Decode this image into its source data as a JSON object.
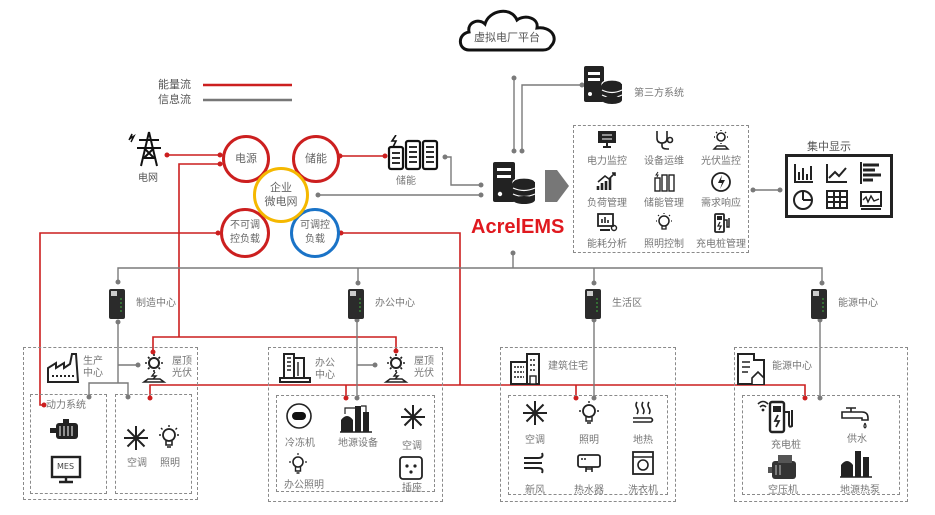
{
  "legend": {
    "energy_flow": "能量流",
    "info_flow": "信息流",
    "energy_color": "#cc1f1f",
    "info_color": "#777777"
  },
  "cloud": {
    "label": "虚拟电厂平台"
  },
  "third_party": {
    "label": "第三方系统"
  },
  "grid": {
    "label": "电网"
  },
  "microgrid": {
    "center": "企业微电网",
    "center_lines": [
      "企业",
      "微电网"
    ],
    "power_source": "电源",
    "storage": "储能",
    "non_adjustable_lines": [
      "不可调",
      "控负载"
    ],
    "adjustable_lines": [
      "可调控",
      "负载"
    ]
  },
  "battery": {
    "label": "储能"
  },
  "ems": {
    "label": "AcrelEMS"
  },
  "functions": [
    {
      "label": "电力监控",
      "icon": "monitor-icon"
    },
    {
      "label": "设备运维",
      "icon": "stethoscope-icon"
    },
    {
      "label": "光伏监控",
      "icon": "solar-icon"
    },
    {
      "label": "负荷管理",
      "icon": "growth-chart-icon"
    },
    {
      "label": "储能管理",
      "icon": "battery-icon"
    },
    {
      "label": "需求响应",
      "icon": "lightning-circle-icon"
    },
    {
      "label": "能耗分析",
      "icon": "analysis-icon"
    },
    {
      "label": "照明控制",
      "icon": "bulb-icon"
    },
    {
      "label": "充电桩管理",
      "icon": "charger-icon"
    }
  ],
  "display": {
    "title": "集中显示",
    "icons": [
      "bar-chart-icon",
      "line-chart-icon",
      "hbar-chart-icon",
      "pie-chart-icon",
      "table-icon",
      "waveform-icon"
    ]
  },
  "gateways": [
    {
      "label": "制造中心"
    },
    {
      "label": "办公中心"
    },
    {
      "label": "生活区"
    },
    {
      "label": "能源中心"
    }
  ],
  "zones": {
    "manufacturing": {
      "title": "生产中心",
      "pv": "屋顶光伏",
      "power_system": "动力系统",
      "mes": "MES",
      "ac": "空调",
      "lighting": "照明"
    },
    "office": {
      "title": "办公中心",
      "pv": "屋顶光伏",
      "chiller": "冷冻机",
      "ground_source": "地源设备",
      "ac": "空调",
      "lighting": "办公照明",
      "socket": "插座"
    },
    "living": {
      "title": "建筑住宅",
      "items": [
        "空调",
        "照明",
        "地热",
        "新风",
        "热水器",
        "洗衣机"
      ]
    },
    "energy": {
      "title": "能源中心",
      "charger": "充电桩",
      "water": "供水",
      "compressor": "空压机",
      "heat_pump": "地源热泵"
    }
  }
}
